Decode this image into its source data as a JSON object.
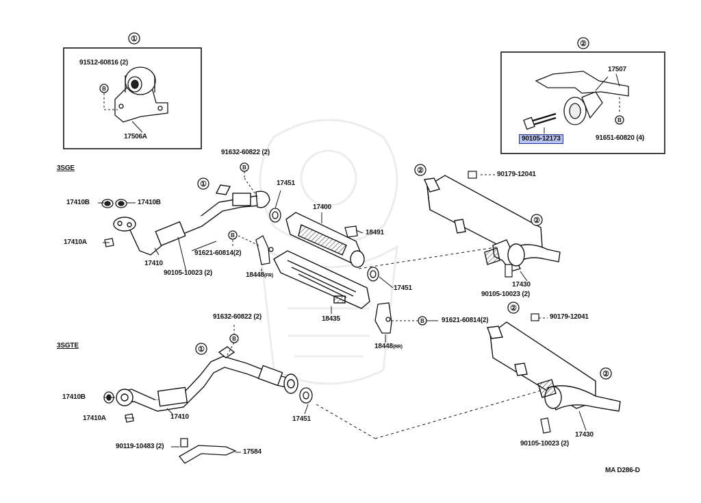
{
  "callouts": {
    "one": "①",
    "two": "②",
    "bolt": "B"
  },
  "sections": {
    "engine_a": "3SGE",
    "engine_b": "3SGTE"
  },
  "inset_1": {
    "bolt_label": "91512-60816 (2)",
    "part_label": "17506A"
  },
  "inset_2": {
    "bracket_label": "17507",
    "bolt_label": "90105-12173",
    "nut_label": "91651-60820 (4)"
  },
  "sgE": {
    "gasket_b_left": "17410B",
    "gasket_b_right": "17410B",
    "nut_a": "17410A",
    "pipe": "17410",
    "stud_bolt": "90105-10023 (2)",
    "bolt_top": "91632-60822 (2)",
    "bolt_mid": "91621-60814(2)",
    "gasket_top": "17451",
    "converter": "17400",
    "insulator_clip": "18491",
    "bracket_fr": "18448",
    "bracket_fr_suffix": "(FR)",
    "heat_insulator": "18435",
    "gasket_mid": "17451",
    "tail_nut": "90179-12041",
    "tail_pipe": "17430",
    "tail_bolt": "90105-10023 (2)"
  },
  "sgTE": {
    "bolt_top": "91632-60822 (2)",
    "bracket_rr": "18448",
    "bracket_rr_suffix": "(RR)",
    "bolt_rr": "91621-60814(2)",
    "gasket_b": "17410B",
    "nut_a": "17410A",
    "pipe": "17410",
    "gasket": "17451",
    "bolt_small": "90119-10483 (2)",
    "support": "17584",
    "tail_nut": "90179-12041",
    "tail_pipe": "17430",
    "tail_bolt": "90105-10023 (2)"
  },
  "footer": {
    "code": "MA D286-D"
  },
  "colors": {
    "highlight_bg": "#b9c3ef",
    "highlight_border": "#1f2f8c",
    "ink": "#111111"
  }
}
